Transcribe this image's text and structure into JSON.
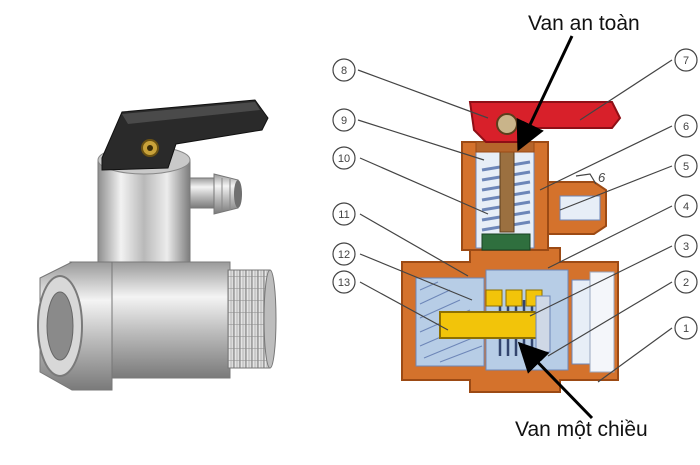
{
  "callouts": [
    "8",
    "9",
    "10",
    "11",
    "12",
    "13",
    "7",
    "6",
    "5",
    "4",
    "3",
    "2",
    "1"
  ],
  "inner_mark": "6",
  "labels": {
    "safety_valve": "Van an toàn",
    "check_valve": "Van một chiều"
  },
  "colors": {
    "lever": "#d8202a",
    "body": "#d4722c",
    "body_dark": "#9c4a14",
    "spring": "#6d86b8",
    "stem": "#9b7040",
    "poppet": "#f2c40a",
    "seal": "#2f6f3e",
    "bore": "#b7cde6",
    "callout": "#444444"
  }
}
